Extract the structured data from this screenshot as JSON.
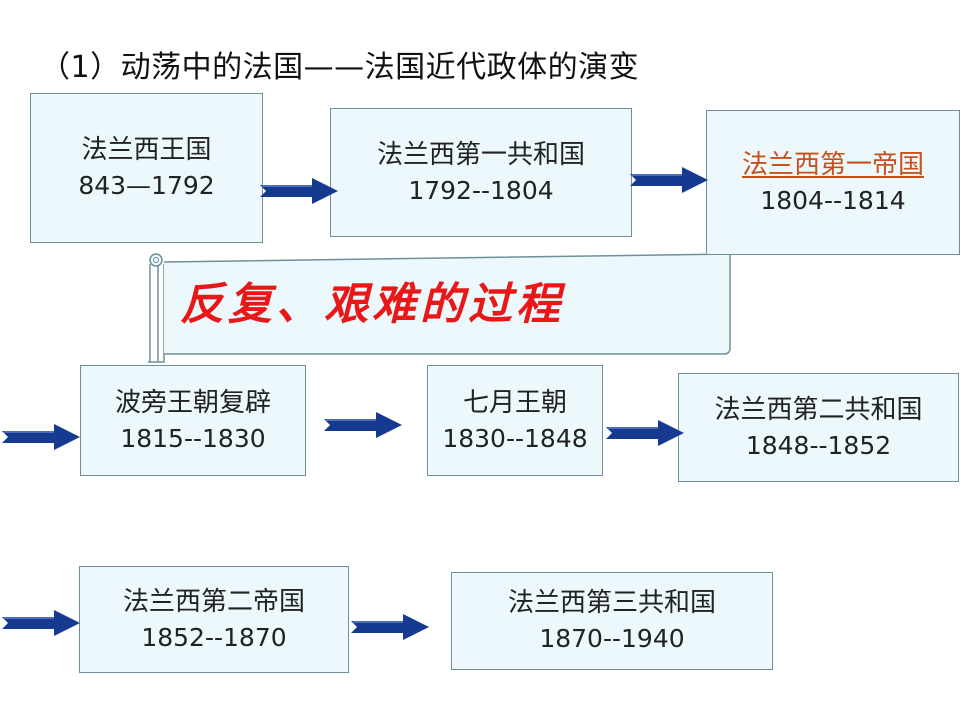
{
  "title": "（1）动荡中的法国——法国近代政体的演变",
  "banner": "反复、艰难的过程",
  "colors": {
    "box_fill": "#ecf8fb",
    "box_border": "#6f8f9a",
    "arrow": "#163a8f",
    "banner_text": "#e81818",
    "highlight_text": "#c8501a"
  },
  "regimes": [
    {
      "name": "法兰西王国",
      "years": "843—1792"
    },
    {
      "name": "法兰西第一共和国",
      "years": "1792--1804"
    },
    {
      "name": "法兰西第一帝国",
      "years": "1804--1814"
    },
    {
      "name": "波旁王朝复辟",
      "years": "1815--1830"
    },
    {
      "name": "七月王朝",
      "years": "1830--1848"
    },
    {
      "name": "法兰西第二共和国",
      "years": "1848--1852"
    },
    {
      "name": "法兰西第二帝国",
      "years": "1852--1870"
    },
    {
      "name": "法兰西第三共和国",
      "years": "1870--1940"
    }
  ]
}
